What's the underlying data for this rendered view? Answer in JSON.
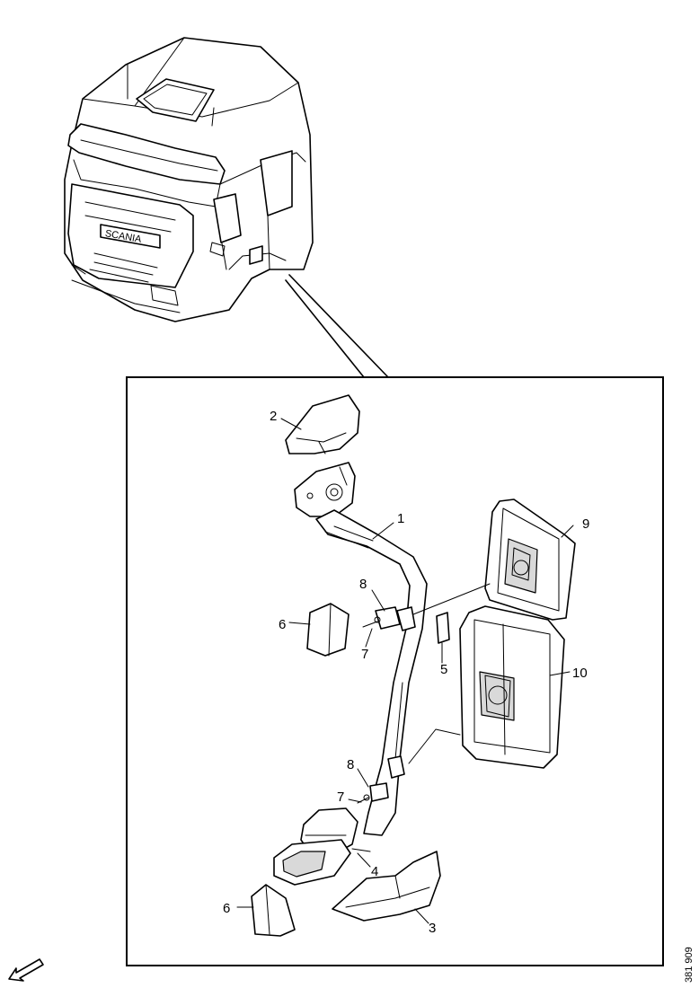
{
  "callouts": [
    {
      "id": "label-1",
      "text": "1"
    },
    {
      "id": "label-2",
      "text": "2"
    },
    {
      "id": "label-3",
      "text": "3"
    },
    {
      "id": "label-4",
      "text": "4"
    },
    {
      "id": "label-5",
      "text": "5"
    },
    {
      "id": "label-6a",
      "text": "6"
    },
    {
      "id": "label-6b",
      "text": "6"
    },
    {
      "id": "label-7a",
      "text": "7"
    },
    {
      "id": "label-7b",
      "text": "7"
    },
    {
      "id": "label-8a",
      "text": "8"
    },
    {
      "id": "label-8b",
      "text": "8"
    },
    {
      "id": "label-9",
      "text": "9"
    },
    {
      "id": "label-10",
      "text": "10"
    }
  ],
  "figure_number": "381 909",
  "cab_logo": "SCANIA",
  "icons": {
    "direction": "forward-arrow-icon"
  }
}
